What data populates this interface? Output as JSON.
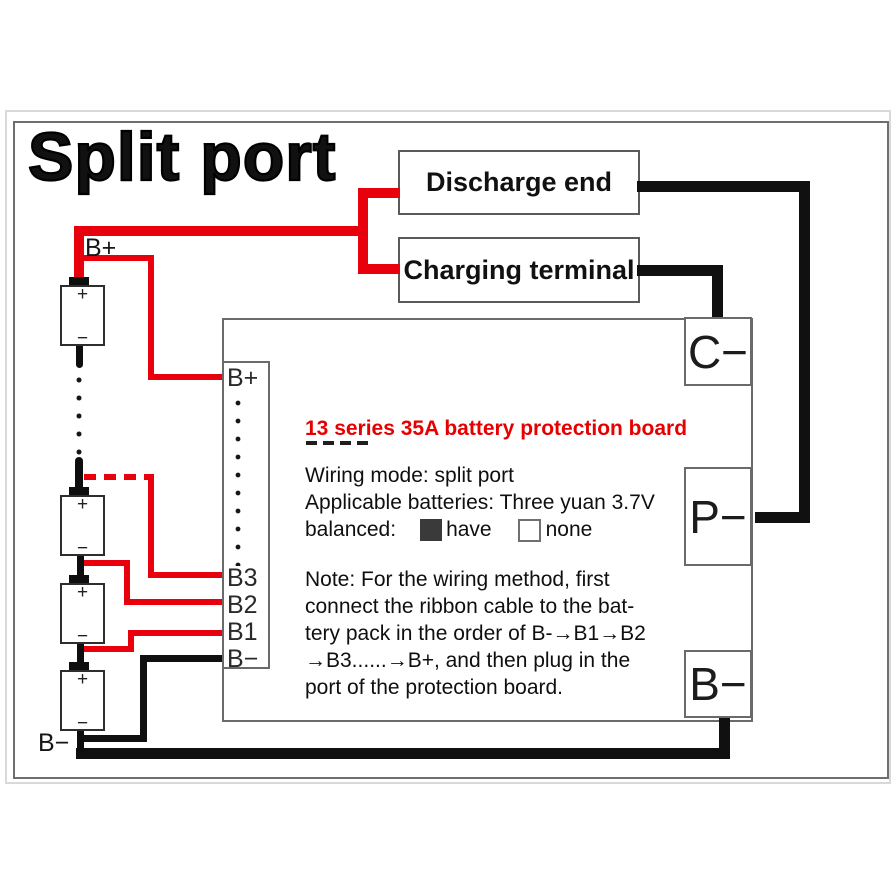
{
  "title": "Split port",
  "boxes": {
    "discharge": "Discharge end",
    "charging": "Charging terminal"
  },
  "board": {
    "heading": "13 series 35A battery protection board",
    "info_line1": "Wiring mode: split port",
    "info_line2": "Applicable batteries: Three yuan 3.7V",
    "balanced_label": "balanced:",
    "balanced_have": "have",
    "balanced_none": "none",
    "note": "Note: For the wiring method, first\nconnect the ribbon cable to the bat-\ntery pack in the order of B-→B1→B2\n→B3......→B+, and then plug in the\nport of the protection board.",
    "pins": [
      "B+",
      "B3",
      "B2",
      "B1",
      "B−"
    ],
    "terminals": [
      "C−",
      "P−",
      "B−"
    ]
  },
  "labels": {
    "pack_positive": "B+",
    "pack_negative": "B−"
  },
  "battery": {
    "plus": "+",
    "minus": "−"
  },
  "colors": {
    "wire_red": "#e8000d",
    "wire_black": "#101010",
    "heading_red": "#e60000"
  }
}
